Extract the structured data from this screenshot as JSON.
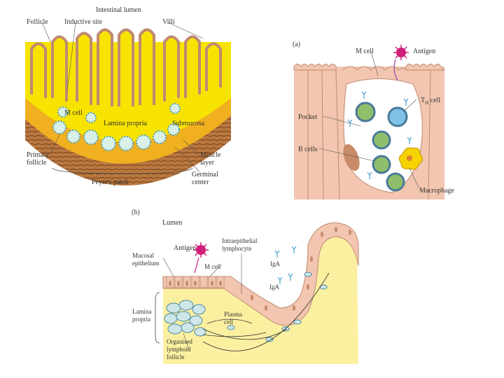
{
  "top_left": {
    "labels": {
      "intestinal_lumen": "Intestinal lumen",
      "follicle": "Follicle",
      "inductive_site": "Inductive site",
      "villi": "Villi",
      "m_cell": "M cell",
      "lamina_propria": "Lamina propria",
      "submucosa": "Submucosa",
      "primary_follicle": "Primary\nfollicle",
      "muscle_layer": "Muscle\nlayer",
      "germinal_center": "Germinal\ncenter",
      "peyers_patch": "Peyer's patch"
    }
  },
  "panel_a": {
    "tag": "(a)",
    "labels": {
      "m_cell": "M cell",
      "antigen": "Antigen",
      "th_cell": "T",
      "th_sub": "H",
      "th_suffix": " cell",
      "pocket": "Pocket",
      "b_cells": "B cells",
      "macrophage": "Macrophage"
    }
  },
  "panel_b": {
    "tag": "(b)",
    "labels": {
      "lumen": "Lumen",
      "antigen": "Antigen",
      "iel": "Intraepithelial\nlymphocyte",
      "mucosal_epithelium": "Mucosal\nepithelium",
      "m_cell": "M cell",
      "iga1": "IgA",
      "iga2": "IgA",
      "lamina_propria": "Lamina\npropria",
      "plasma_cell": "Plasma\ncell",
      "organised_follicle": "Organised\nlymphoid\nfollicle"
    }
  },
  "colors": {
    "lumen_yellow": "#fbf3a6",
    "lamina_yellow": "#f6e300",
    "submucosa_orange": "#f2b21a",
    "muscle_brown": "#a86a3a",
    "epithelium_pink": "#f2c6b8",
    "cell_green": "#8fbf6a",
    "cell_blue": "#7fbfe0",
    "antigen_magenta": "#d01f7a"
  }
}
